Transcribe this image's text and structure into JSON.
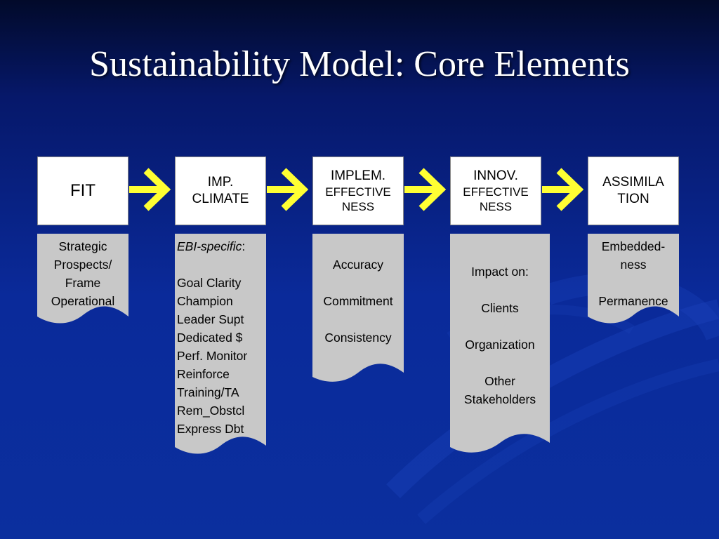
{
  "title": "Sustainability Model: Core Elements",
  "colors": {
    "background": "#0b2f9e",
    "arrow": "#ffff33",
    "card": "#c8c8c8",
    "stage_box": "#ffffff"
  },
  "stages": [
    {
      "line1": "FIT"
    },
    {
      "line1": "IMP.",
      "line2": "CLIMATE"
    },
    {
      "line1": "IMPLEM.",
      "line2": "EFFECTIVE",
      "line3": "NESS"
    },
    {
      "line1": "INNOV.",
      "line2": "EFFECTIVE",
      "line3": "NESS"
    },
    {
      "line1": "ASSIMILA",
      "line2": "TION"
    }
  ],
  "details": {
    "fit": [
      "Strategic",
      "Prospects/",
      "Frame",
      "Operational"
    ],
    "climate": {
      "heading": "EBI-specific",
      "heading_suffix": ":",
      "items": [
        "Goal Clarity",
        "Champion",
        "Leader Supt",
        "Dedicated $",
        "Perf. Monitor",
        "Reinforce",
        "Training/TA",
        "Rem_Obstcl",
        "Express Dbt"
      ]
    },
    "implementation": [
      "Accuracy",
      "Commitment",
      "Consistency"
    ],
    "innovation": {
      "heading": "Impact on:",
      "items": [
        "Clients",
        "Organization",
        "Other",
        "Stakeholders"
      ]
    },
    "assimilation": [
      "Embedded-",
      "ness",
      "Permanence"
    ]
  },
  "arrow_icon": "right-arrow-icon"
}
